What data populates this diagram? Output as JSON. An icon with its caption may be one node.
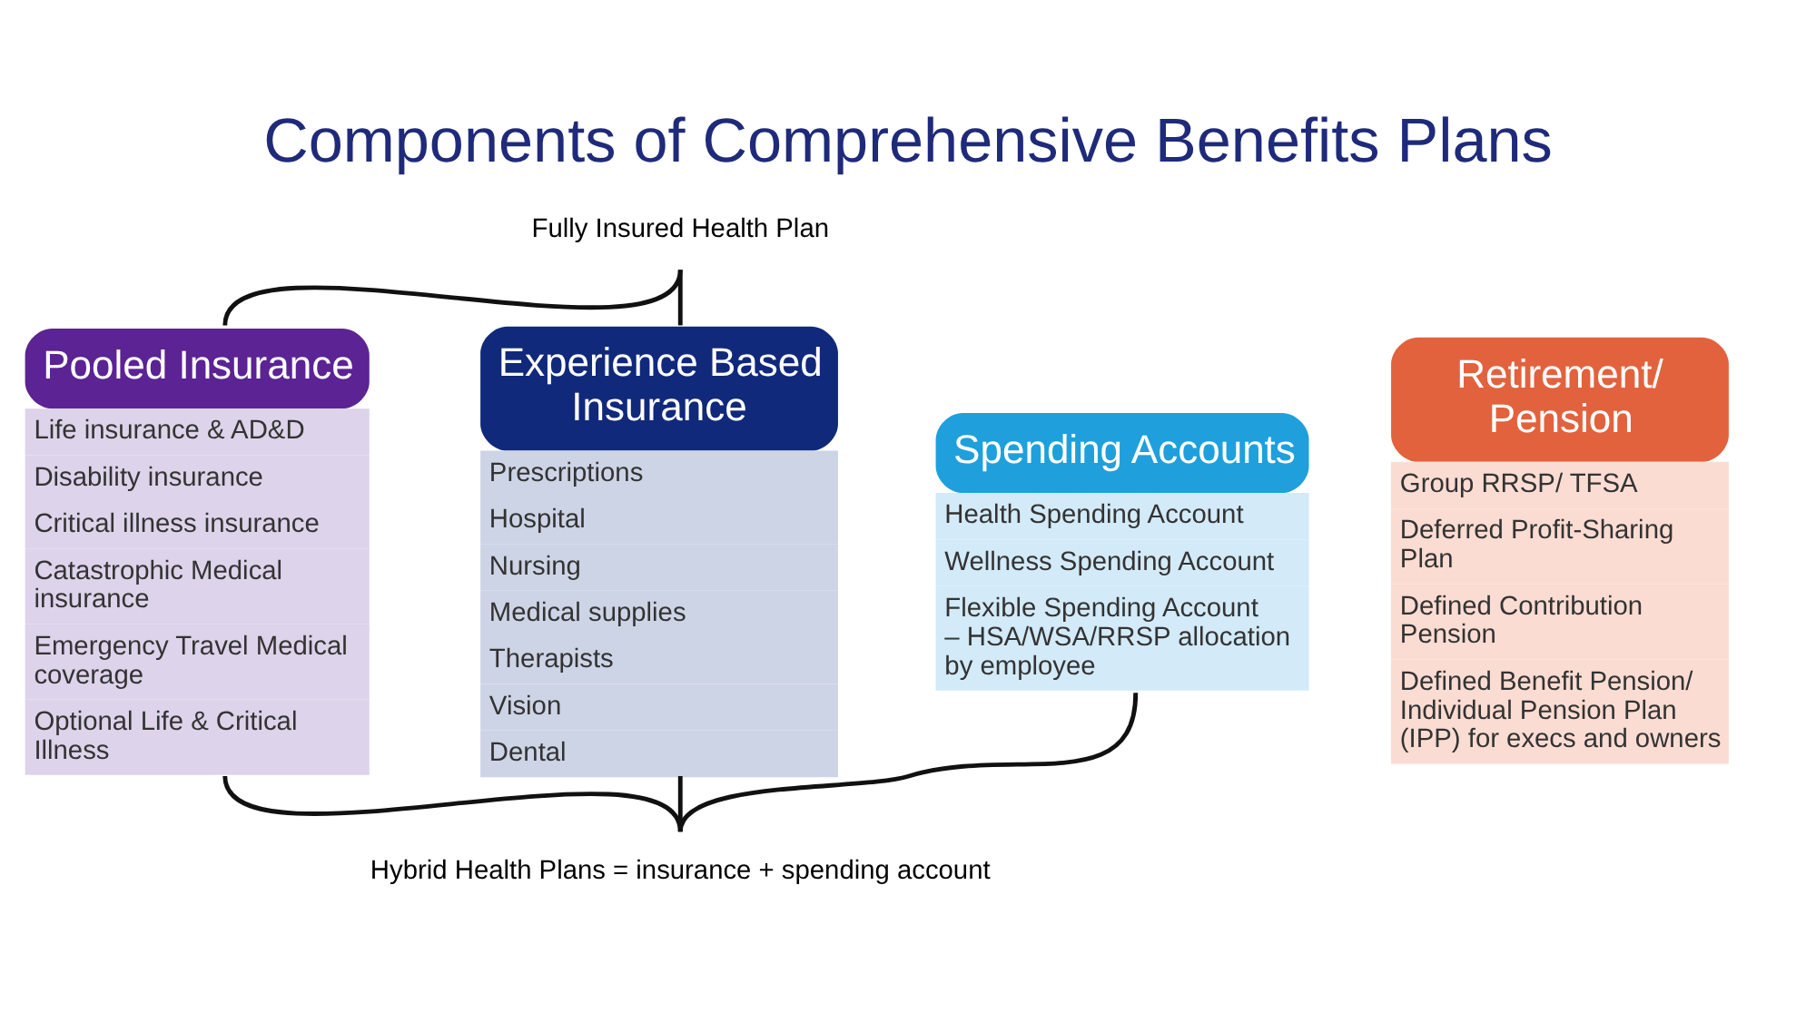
{
  "diagram": {
    "title": "Components of Comprehensive Benefits Plans",
    "nodes": [
      {
        "text": [
          "Fully Insured Health Plan"
        ]
      },
      {
        "text": [
          "Pooled Insurance",
          "Life insurance & AD&D",
          "Disability insurance",
          "Critical illness insurance",
          "Catastrophic Medical insurance",
          "Emergency Travel Medical coverage",
          "Optional Life & Critical Illness"
        ]
      },
      {
        "text": [
          "Experience Based Insurance",
          "Prescriptions",
          "Hospital",
          "Nursing",
          "Medical supplies",
          "Therapists",
          "Vision",
          "Dental"
        ]
      },
      {
        "text": [
          "Spending Accounts",
          "Health Spending Account",
          "Wellness Spending Account",
          "Flexible Spending Account – HSA/WSA/RRSP allocation by employee"
        ]
      },
      {
        "text": [
          "Retirement/ Pension",
          "Group RRSP/ TFSA",
          "Deferred Profit-Sharing Plan",
          "Defined Contribution Pension",
          "Defined Benefit Pension/ Individual Pension Plan (IPP) for execs and owners"
        ]
      },
      {
        "text": [
          "Hybrid Health Plans = insurance + spending account"
        ]
      }
    ],
    "edges": [
      {
        "from": 0,
        "to": 1,
        "arrow": "none"
      },
      {
        "from": 0,
        "to": 2,
        "arrow": "none"
      },
      {
        "from": 5,
        "to": 1,
        "arrow": "none"
      },
      {
        "from": 5,
        "to": 2,
        "arrow": "none"
      },
      {
        "from": 5,
        "to": 3,
        "arrow": "none"
      }
    ]
  }
}
